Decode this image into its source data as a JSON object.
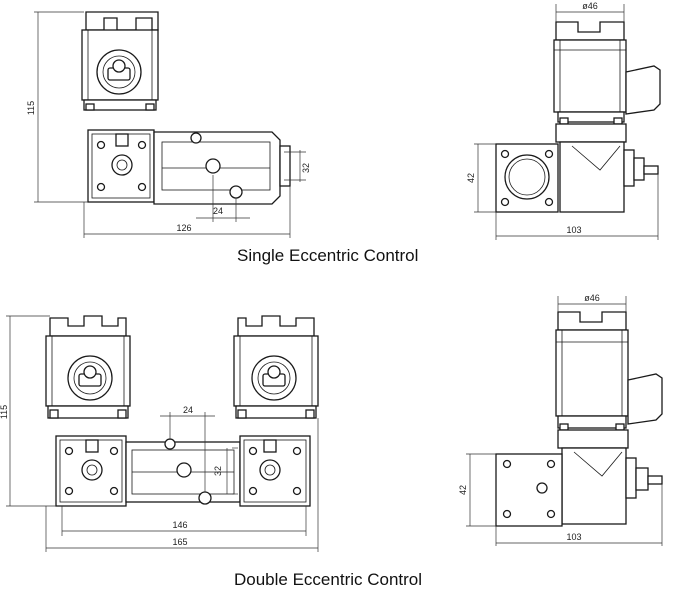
{
  "captions": {
    "single": "Single Eccentric Control",
    "double": "Double Eccentric Control"
  },
  "single_front": {
    "height": "115",
    "offset": "24",
    "width": "126",
    "side_height": "32"
  },
  "single_side": {
    "diameter": "ø46",
    "height": "42",
    "width": "103"
  },
  "double_front": {
    "height": "115",
    "offset": "24",
    "side_height": "32",
    "inner_width": "146",
    "overall_width": "165"
  },
  "double_side": {
    "diameter": "ø46",
    "height": "42",
    "width": "103"
  }
}
